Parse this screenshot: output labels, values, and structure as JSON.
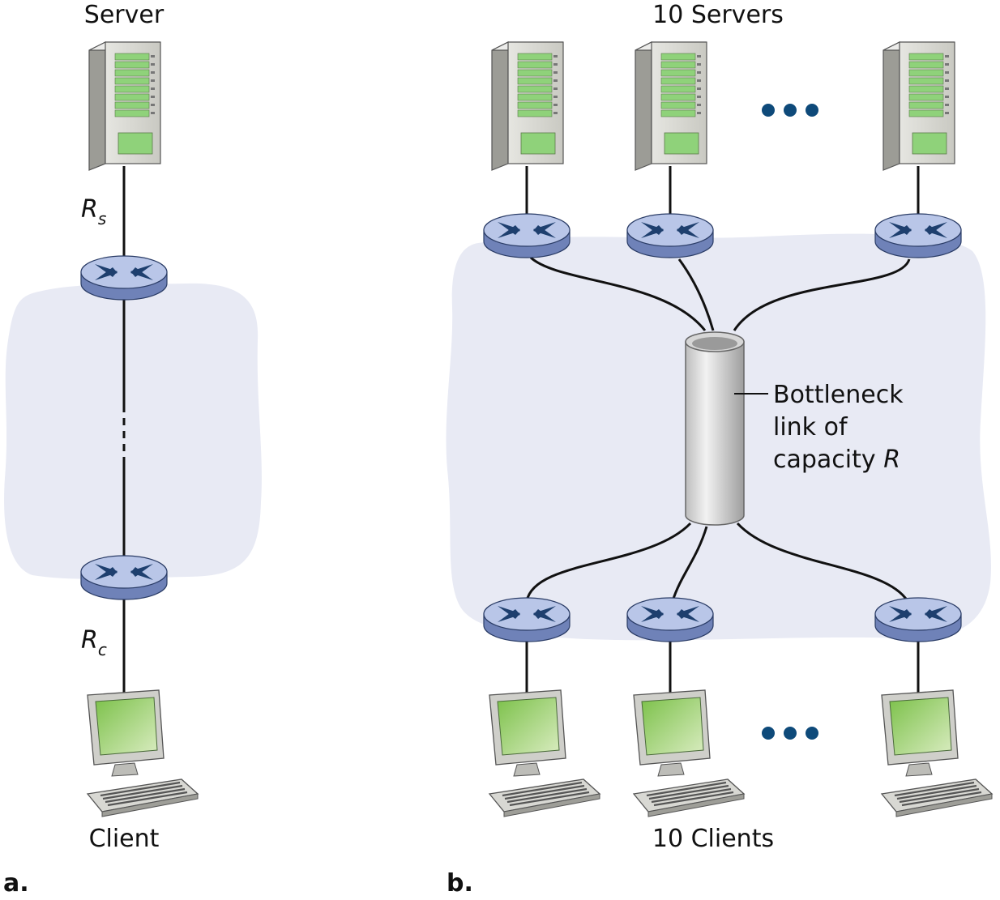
{
  "panel_a": {
    "tag": "a.",
    "server_label": "Server",
    "client_label": "Client",
    "rate_server": {
      "symbol": "R",
      "subscript": "s"
    },
    "rate_client": {
      "symbol": "R",
      "subscript": "c"
    }
  },
  "panel_b": {
    "tag": "b.",
    "servers_label": "10 Servers",
    "clients_label": "10 Clients",
    "bottleneck": {
      "line1": "Bottleneck",
      "line2": "link of",
      "line3_prefix": "capacity ",
      "line3_symbol": "R"
    }
  },
  "colors": {
    "cloud": "#e8eaf4",
    "router_top": "#b9c6e8",
    "router_side": "#6f82b8",
    "router_mark": "#1e3f6e",
    "server_body": "#d9d9d4",
    "server_green": "#8fd27a",
    "screen_green": "#9fcf6a",
    "ellipsis": "#0e4a7a"
  }
}
